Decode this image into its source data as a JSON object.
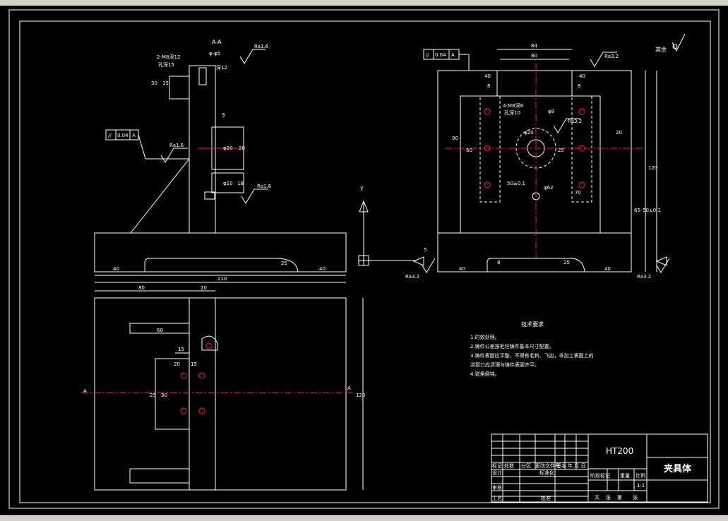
{
  "drawing": {
    "section_label": "A-A",
    "roughness": {
      "ra16_a": "Ra1.6",
      "ra16_b": "Ra1.6",
      "ra16_c": "Ra1.6",
      "ra32_a": "Ra3.2",
      "ra32_b": "Ra3.2",
      "ra32_c": "Ra3.2",
      "ra32_d": "Ra3.2",
      "other": "其余"
    },
    "tolerance_frames": {
      "left_symbol": "//",
      "left_value": "0.04",
      "left_datum": "A",
      "right_symbol": "//",
      "right_value": "0.04",
      "right_datum": "A"
    },
    "side_view_notes": {
      "thread_note": "2-M8深12",
      "hole_note": "孔深15",
      "phi_note": "φ-φ5",
      "depth_note": "深12"
    },
    "side_view_dims": {
      "d40_left": "40",
      "d25": "25",
      "d40_right": "40",
      "d3": "3",
      "d15": "15",
      "d30": "30",
      "d20_vert": "20",
      "d18": "18",
      "dphi_a": "φ20",
      "dphi_b": "φ10"
    },
    "front_view_dims": {
      "d84": "84",
      "d80": "80",
      "d40_a": "40",
      "d40_b": "40",
      "d8_a": "8",
      "d8_b": "8",
      "d90": "90",
      "d60": "60",
      "d25": "25",
      "d120": "120",
      "d5": "5",
      "d40_bottom_left": "40",
      "d25_bottom": "25",
      "d40_bottom_right": "40",
      "d8_bottom": "8",
      "d20": "20",
      "d70": "70",
      "d65": "65",
      "hole_note": "4-M8深8",
      "hole_depth": "孔深10",
      "phi_small": "φ8",
      "phi_center": "φ20",
      "phi_big": "φ62",
      "tol_center": "50±0.1",
      "tol_height": "50±0.1"
    },
    "top_view_dims": {
      "d210": "210",
      "d80": "80",
      "d20": "20",
      "d60": "60",
      "d15": "15",
      "d20_b": "20",
      "d15_b": "15",
      "d25": "25",
      "d30": "30",
      "d120": "120",
      "section_a_left": "A",
      "section_a_right": "A"
    },
    "axis_label": "Y"
  },
  "notes": {
    "title": "技术要求",
    "lines": [
      "1.时效处理。",
      "2.铸件公差按毛坯铸件基本尺寸配置。",
      "3.铸件表面应平整，不得有毛刺、飞边，非加工表面上的",
      "浇冒口应清理与铸件表面齐平。",
      "4.锐角倒钝。"
    ]
  },
  "title_block": {
    "material": "HT200",
    "part_name": "夹具体",
    "scale": "1:1",
    "row_labels": [
      "标记",
      "处数",
      "分区",
      "更改文件号",
      "签名",
      "年.月.日"
    ],
    "design": "设计",
    "standard": "标准化",
    "stage_mark": "阶段标记",
    "weight": "重量",
    "ratio": "比例",
    "review": "审核",
    "process": "工艺",
    "approve": "批准",
    "sheets_total": "共",
    "sheet": "张",
    "sheet_no": "第",
    "sheet_end": "张"
  },
  "colors": {
    "background": "#000000",
    "line": "#ffffff",
    "center_line": "#ff2020"
  }
}
